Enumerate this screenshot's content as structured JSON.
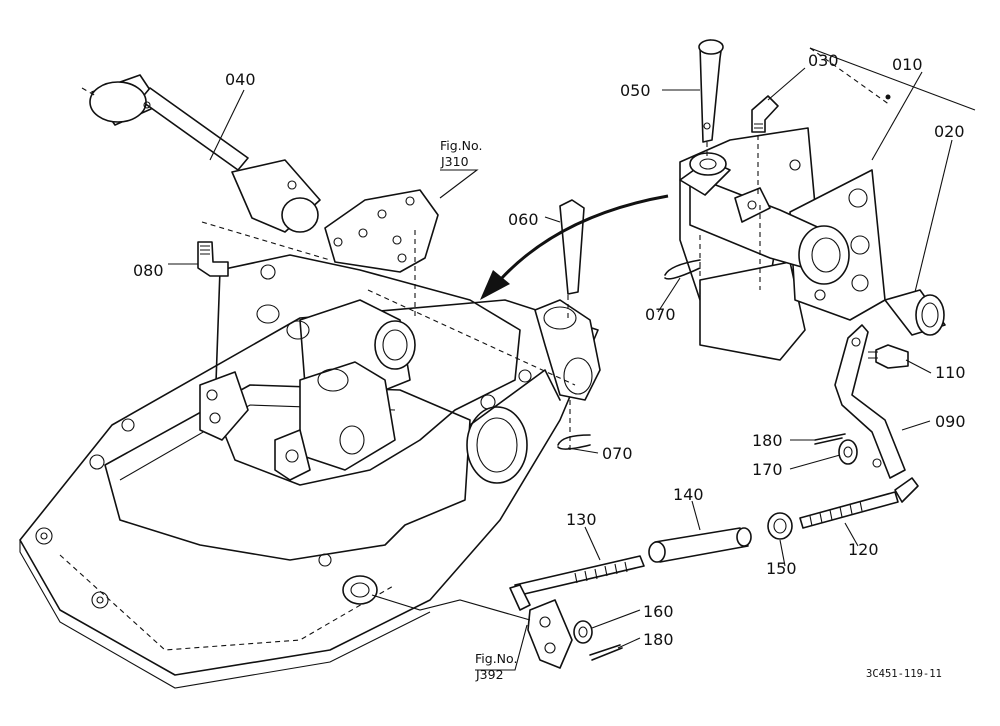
{
  "diagram": {
    "drawing_code": "3C451-119-11",
    "callouts": [
      {
        "id": "c010",
        "text": "010"
      },
      {
        "id": "c020",
        "text": "020"
      },
      {
        "id": "c030",
        "text": "030"
      },
      {
        "id": "c040",
        "text": "040"
      },
      {
        "id": "c050",
        "text": "050"
      },
      {
        "id": "c060",
        "text": "060"
      },
      {
        "id": "c070a",
        "text": "070"
      },
      {
        "id": "c070b",
        "text": "070"
      },
      {
        "id": "c080",
        "text": "080"
      },
      {
        "id": "c090",
        "text": "090"
      },
      {
        "id": "c110",
        "text": "110"
      },
      {
        "id": "c120",
        "text": "120"
      },
      {
        "id": "c130",
        "text": "130"
      },
      {
        "id": "c140",
        "text": "140"
      },
      {
        "id": "c150",
        "text": "150"
      },
      {
        "id": "c160",
        "text": "160"
      },
      {
        "id": "c170",
        "text": "170"
      },
      {
        "id": "c180a",
        "text": "180"
      },
      {
        "id": "c180b",
        "text": "180"
      }
    ],
    "figure_refs": [
      {
        "id": "ref-j310",
        "line1": "Fig.No.",
        "line2": "J310"
      },
      {
        "id": "ref-j392",
        "line1": "Fig.No.",
        "line2": "J392"
      }
    ]
  }
}
